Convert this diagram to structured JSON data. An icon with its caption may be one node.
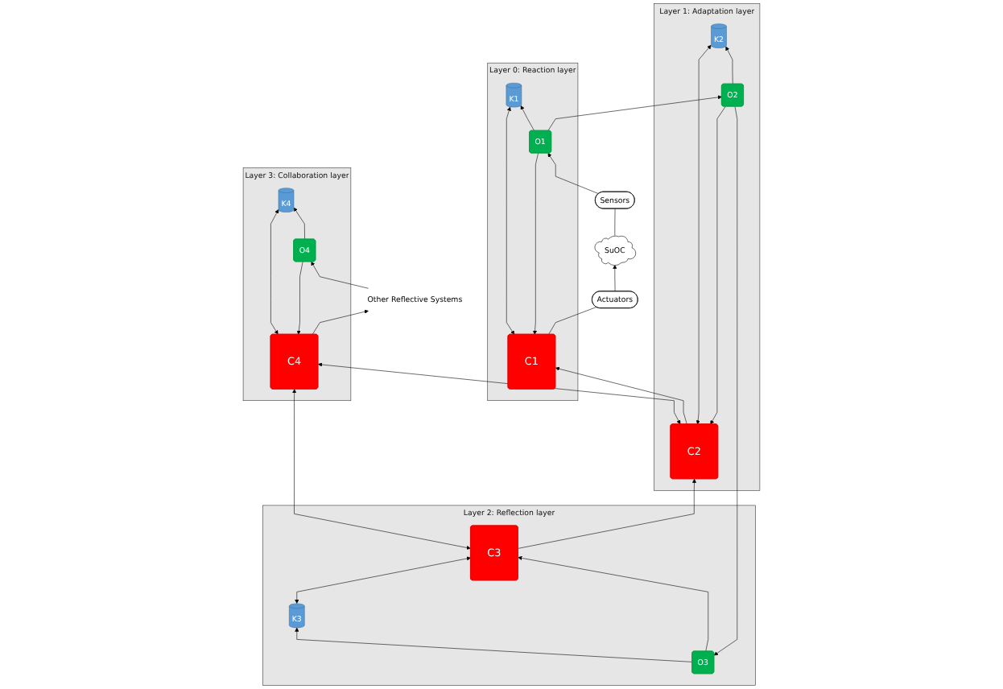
{
  "diagram": {
    "nodes": [
      {
        "text": [
          "Layer 2: Reflection layer"
        ]
      },
      {
        "text": [
          "O3"
        ],
        "in": 0
      },
      {
        "text": [
          "K3"
        ],
        "in": 0
      },
      {
        "text": [
          "C3"
        ],
        "in": 0
      },
      {
        "text": [
          "Layer 3: Collaboration layer"
        ]
      },
      {
        "text": [
          "O4"
        ],
        "in": 4
      },
      {
        "text": [
          "K4"
        ],
        "in": 4
      },
      {
        "text": [
          "C4"
        ],
        "in": 4
      },
      {
        "text": [
          "Other Reflective Systems"
        ]
      },
      {
        "text": [
          "Layer 1: Adaptation layer"
        ]
      },
      {
        "text": [
          "O2"
        ],
        "in": 9
      },
      {
        "text": [
          "K2"
        ],
        "in": 9
      },
      {
        "text": [
          "C2"
        ],
        "in": 9
      },
      {
        "text": [
          "Layer 0: Reaction layer"
        ]
      },
      {
        "text": [
          "O1"
        ],
        "in": 13
      },
      {
        "text": [
          "K1"
        ],
        "in": 13
      },
      {
        "text": [
          "C1"
        ],
        "in": 13
      },
      {
        "text": [
          "Sensors"
        ]
      },
      {
        "text": [
          "Actuators"
        ]
      },
      {
        "text": [
          "SuOC"
        ]
      }
    ],
    "edges": [
      {
        "from": 1,
        "to": 3,
        "arrow": "to"
      },
      {
        "from": 1,
        "to": 2,
        "arrow": "to"
      },
      {
        "from": 2,
        "to": 3,
        "arrow": "both"
      },
      {
        "from": 3,
        "to": 12,
        "arrow": "to"
      },
      {
        "from": 10,
        "to": 1,
        "arrow": "to"
      },
      {
        "from": 10,
        "to": 12,
        "arrow": "to"
      },
      {
        "from": 10,
        "to": 11,
        "arrow": "to"
      },
      {
        "from": 11,
        "to": 12,
        "arrow": "both"
      },
      {
        "from": 14,
        "to": 10,
        "arrow": "to"
      },
      {
        "from": 14,
        "to": 16,
        "arrow": "to"
      },
      {
        "from": 14,
        "to": 15,
        "arrow": "to"
      },
      {
        "from": 15,
        "to": 16,
        "arrow": "both"
      },
      {
        "from": 3,
        "to": 7,
        "arrow": "both"
      },
      {
        "from": 12,
        "to": 7,
        "arrow": "both"
      },
      {
        "from": 5,
        "to": 7,
        "arrow": "to"
      },
      {
        "from": 5,
        "to": 6,
        "arrow": "to"
      },
      {
        "from": 7,
        "to": 6,
        "arrow": "both"
      },
      {
        "from": 8,
        "to": 5,
        "arrow": "to"
      },
      {
        "from": 7,
        "to": 8,
        "arrow": "to"
      },
      {
        "from": 17,
        "to": 14,
        "arrow": "to"
      },
      {
        "from": 19,
        "to": 17,
        "arrow": "none"
      },
      {
        "from": 16,
        "to": 18,
        "arrow": "none"
      },
      {
        "from": 18,
        "to": 19,
        "arrow": "to"
      },
      {
        "from": 12,
        "to": 16,
        "arrow": "to"
      }
    ]
  }
}
